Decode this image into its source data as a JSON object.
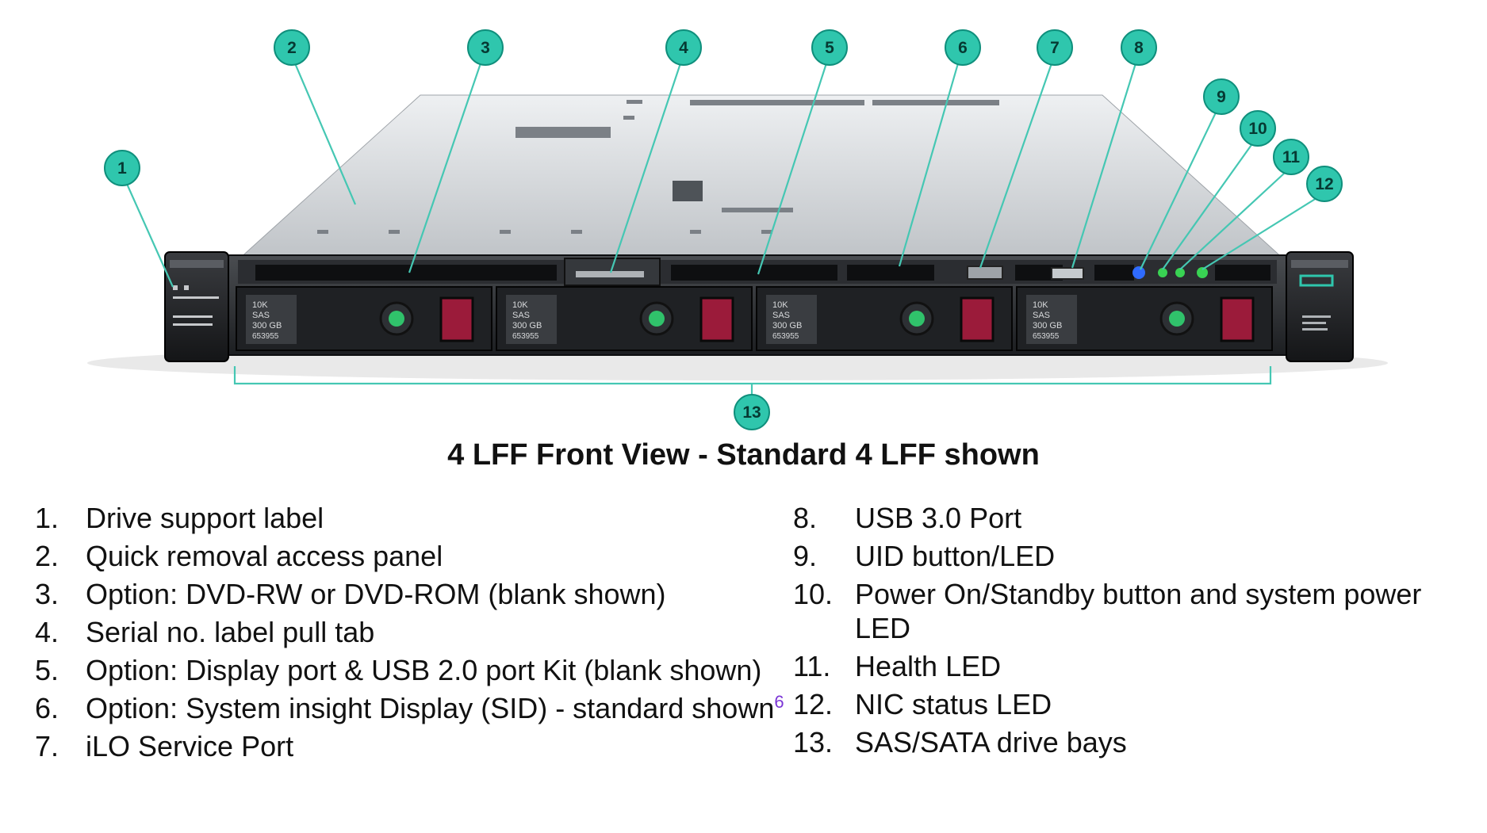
{
  "figure": {
    "callouts": [
      "1",
      "2",
      "3",
      "4",
      "5",
      "6",
      "7",
      "8",
      "9",
      "10",
      "11",
      "12",
      "13"
    ],
    "drives": [
      {
        "line1": "10K",
        "line2": "SAS",
        "line3": "300 GB",
        "line4": "653955"
      },
      {
        "line1": "10K",
        "line2": "SAS",
        "line3": "300 GB",
        "line4": "653955"
      },
      {
        "line1": "10K",
        "line2": "SAS",
        "line3": "300 GB",
        "line4": "653955"
      },
      {
        "line1": "10K",
        "line2": "SAS",
        "line3": "300 GB",
        "line4": "653955"
      }
    ],
    "colors": {
      "accent": "#2fc6ad",
      "uid_led": "#2f6bff",
      "status_led": "#39d353",
      "drive_release": "#9b1b3a"
    }
  },
  "caption": "4 LFF Front View - Standard 4 LFF shown",
  "legend_left": [
    {
      "num": "1.",
      "label": "Drive support label"
    },
    {
      "num": "2.",
      "label": "Quick removal access panel"
    },
    {
      "num": "3.",
      "label": "Option: DVD-RW or DVD-ROM (blank shown)"
    },
    {
      "num": "4.",
      "label": "Serial no. label pull tab"
    },
    {
      "num": "5.",
      "label": "Option: Display port & USB 2.0 port Kit (blank shown)"
    },
    {
      "num": "6.",
      "label": "Option: System insight Display (SID) - standard shown",
      "footnote": "6"
    },
    {
      "num": "7.",
      "label": "iLO Service Port"
    }
  ],
  "legend_right": [
    {
      "num": "8.",
      "label": "USB 3.0 Port"
    },
    {
      "num": "9.",
      "label": "UID button/LED"
    },
    {
      "num": "10.",
      "label": "Power On/Standby button and system power LED"
    },
    {
      "num": "11.",
      "label": "Health LED"
    },
    {
      "num": "12.",
      "label": "NIC status LED"
    },
    {
      "num": "13.",
      "label": "SAS/SATA drive bays"
    }
  ]
}
